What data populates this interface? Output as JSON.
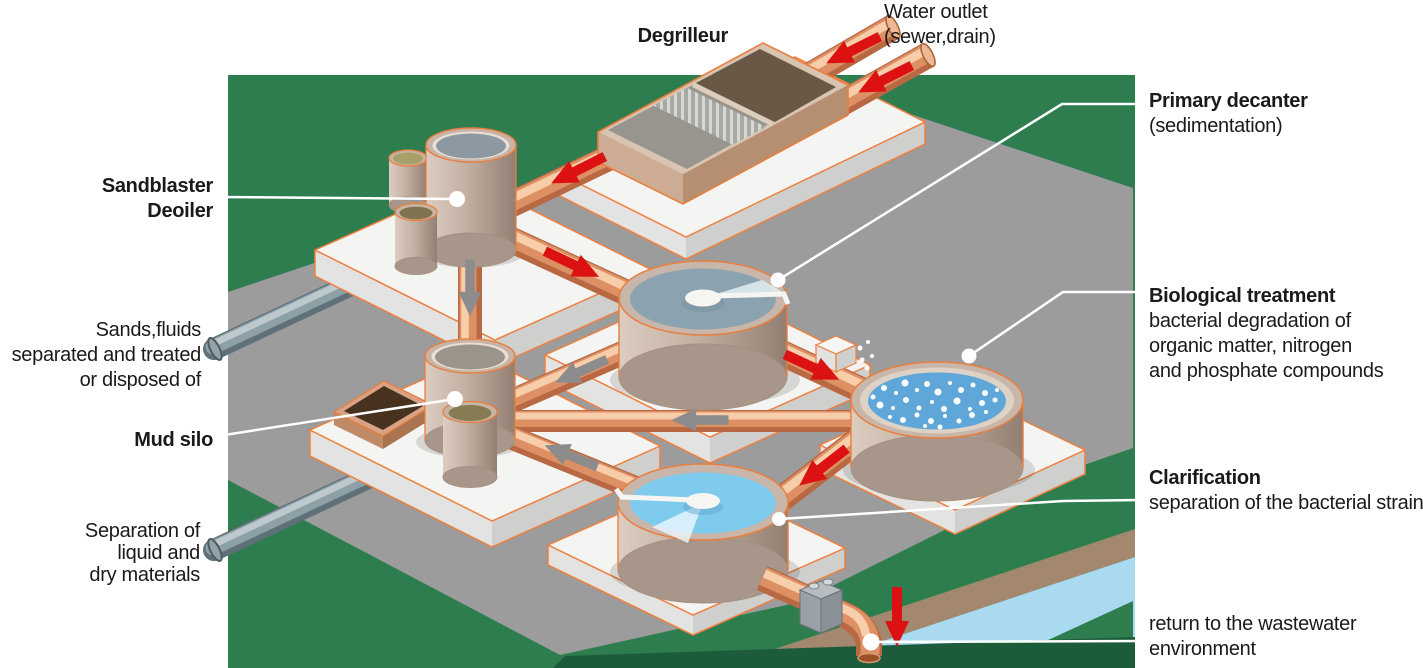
{
  "labels": {
    "degrilleur": "Degrilleur",
    "water_outlet": [
      "Water outlet",
      "(sewer,drain)"
    ],
    "sandblaster": [
      "Sandblaster",
      "Deoiler"
    ],
    "sands": [
      "Sands,fluids",
      "separated and treated",
      "or disposed of"
    ],
    "mud_silo": "Mud silo",
    "separation": [
      "Separation of",
      "liquid and",
      "dry materials"
    ],
    "primary_decanter": {
      "title": "Primary decanter",
      "sub": "(sedimentation)"
    },
    "biological": {
      "title": "Biological treatment",
      "desc": [
        "bacterial degradation of",
        "organic matter, nitrogen",
        "and phosphate compounds"
      ]
    },
    "clarification": {
      "title": "Clarification",
      "sub": "separation of the bacterial strain"
    },
    "return_env": [
      "return to the wastewater",
      "environment"
    ]
  },
  "colors": {
    "grass": "#2e7d4f",
    "grass_dark": "#1d5c3b",
    "concrete": "#9c9c9c",
    "slab": "#f4f4f2",
    "slab_outline": "#ef7f3f",
    "copper": "#dd9064",
    "steel": "#8da0a8",
    "river": "#a9daf0",
    "river_bank": "#a3876e",
    "water_primary": "#8ba3b0",
    "water_bio": "#5ea7d8",
    "water_clarification": "#7fcbee",
    "tank_wall": "#c9b6aa",
    "arrow_red": "#dc1111",
    "arrow_gray": "#8c8c8c",
    "leader": "#ffffff",
    "text": "#1a1a1a"
  }
}
